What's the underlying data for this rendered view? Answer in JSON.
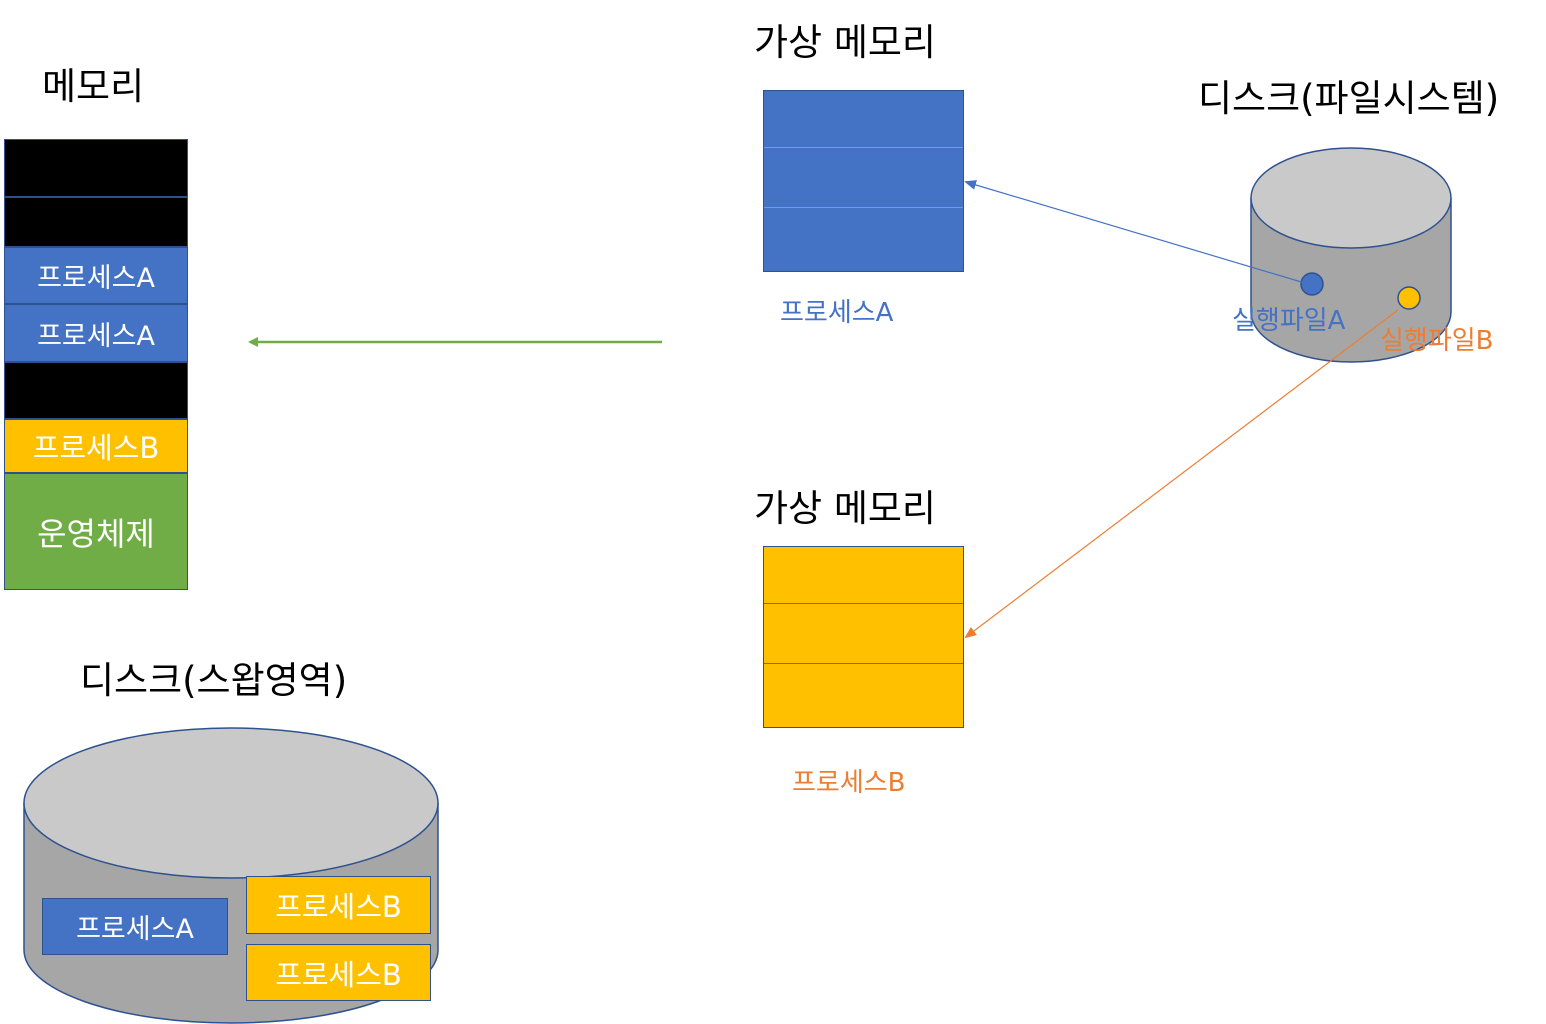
{
  "memory": {
    "title": "메모리",
    "slots": [
      {
        "label": "",
        "type": "empty"
      },
      {
        "label": "",
        "type": "empty"
      },
      {
        "label": "프로세스A",
        "type": "process-a"
      },
      {
        "label": "프로세스A",
        "type": "process-a"
      },
      {
        "label": "",
        "type": "empty"
      },
      {
        "label": "프로세스B",
        "type": "process-b"
      },
      {
        "label": "운영체제",
        "type": "os"
      }
    ]
  },
  "swap_disk": {
    "title": "디스크(스왑영역)",
    "blocks": [
      "프로세스A",
      "프로세스B",
      "프로세스B"
    ]
  },
  "virtual_memory_a": {
    "title": "가상 메모리",
    "caption": "프로세스A"
  },
  "virtual_memory_b": {
    "title": "가상 메모리",
    "caption": "프로세스B"
  },
  "file_disk": {
    "title": "디스크(파일시스템)",
    "file_a": "실행파일A",
    "file_b": "실행파일B"
  },
  "colors": {
    "process_a": "#4472C4",
    "process_b": "#FFC000",
    "os": "#70AD47",
    "arrow_green": "#70AD47",
    "arrow_blue": "#4472C4",
    "arrow_orange": "#ED7D31"
  }
}
